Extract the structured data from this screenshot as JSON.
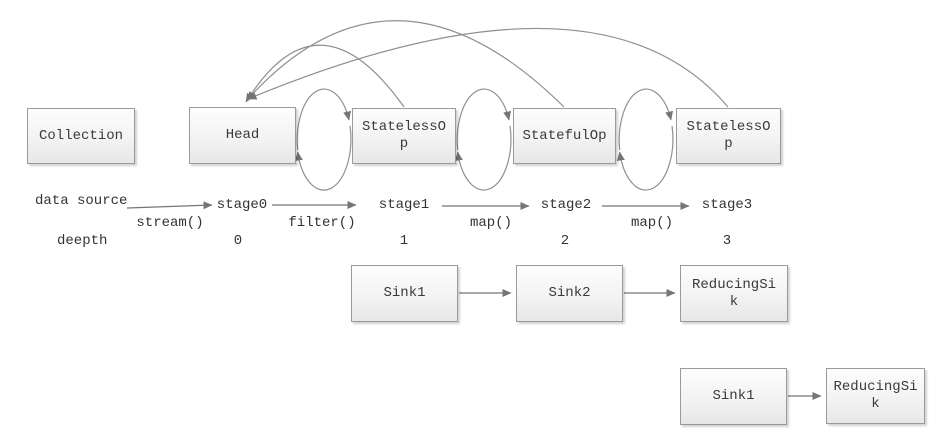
{
  "diagram": {
    "pipeline": [
      {
        "name": "collection",
        "lines": [
          "Collection",
          ""
        ]
      },
      {
        "name": "head",
        "lines": [
          "Head",
          ""
        ]
      },
      {
        "name": "stateless-op-1",
        "lines": [
          "StatelessO",
          "p"
        ]
      },
      {
        "name": "stateful-op",
        "lines": [
          "StatefulOp",
          ""
        ]
      },
      {
        "name": "stateless-op-2",
        "lines": [
          "StatelessO",
          "p"
        ]
      }
    ],
    "stage_annotations": {
      "data_source": "data source",
      "depth_label": "deepth",
      "stages": [
        {
          "stage": "stage0",
          "method": "stream()",
          "depth": "0"
        },
        {
          "stage": "stage1",
          "method": "filter()",
          "depth": "1"
        },
        {
          "stage": "stage2",
          "method": "map()",
          "depth": "2"
        },
        {
          "stage": "stage3",
          "method": "map()",
          "depth": "3"
        }
      ]
    },
    "sink_chain_full": [
      {
        "name": "sink1",
        "lines": [
          "Sink1",
          ""
        ]
      },
      {
        "name": "sink2",
        "lines": [
          "Sink2",
          ""
        ]
      },
      {
        "name": "reducing-sink",
        "lines": [
          "ReducingSi",
          "k"
        ]
      }
    ],
    "sink_chain_short": [
      {
        "name": "sink1",
        "lines": [
          "Sink1",
          ""
        ]
      },
      {
        "name": "reducing-sink",
        "lines": [
          "ReducingSi",
          "k"
        ]
      }
    ],
    "colors": {
      "box_border": "#9a9a9a",
      "box_fill_top": "#fdfdfd",
      "box_fill_bottom": "#e7e7e7",
      "wire": "#8f8f8f",
      "arrow": "#757575",
      "text": "#333333"
    }
  }
}
